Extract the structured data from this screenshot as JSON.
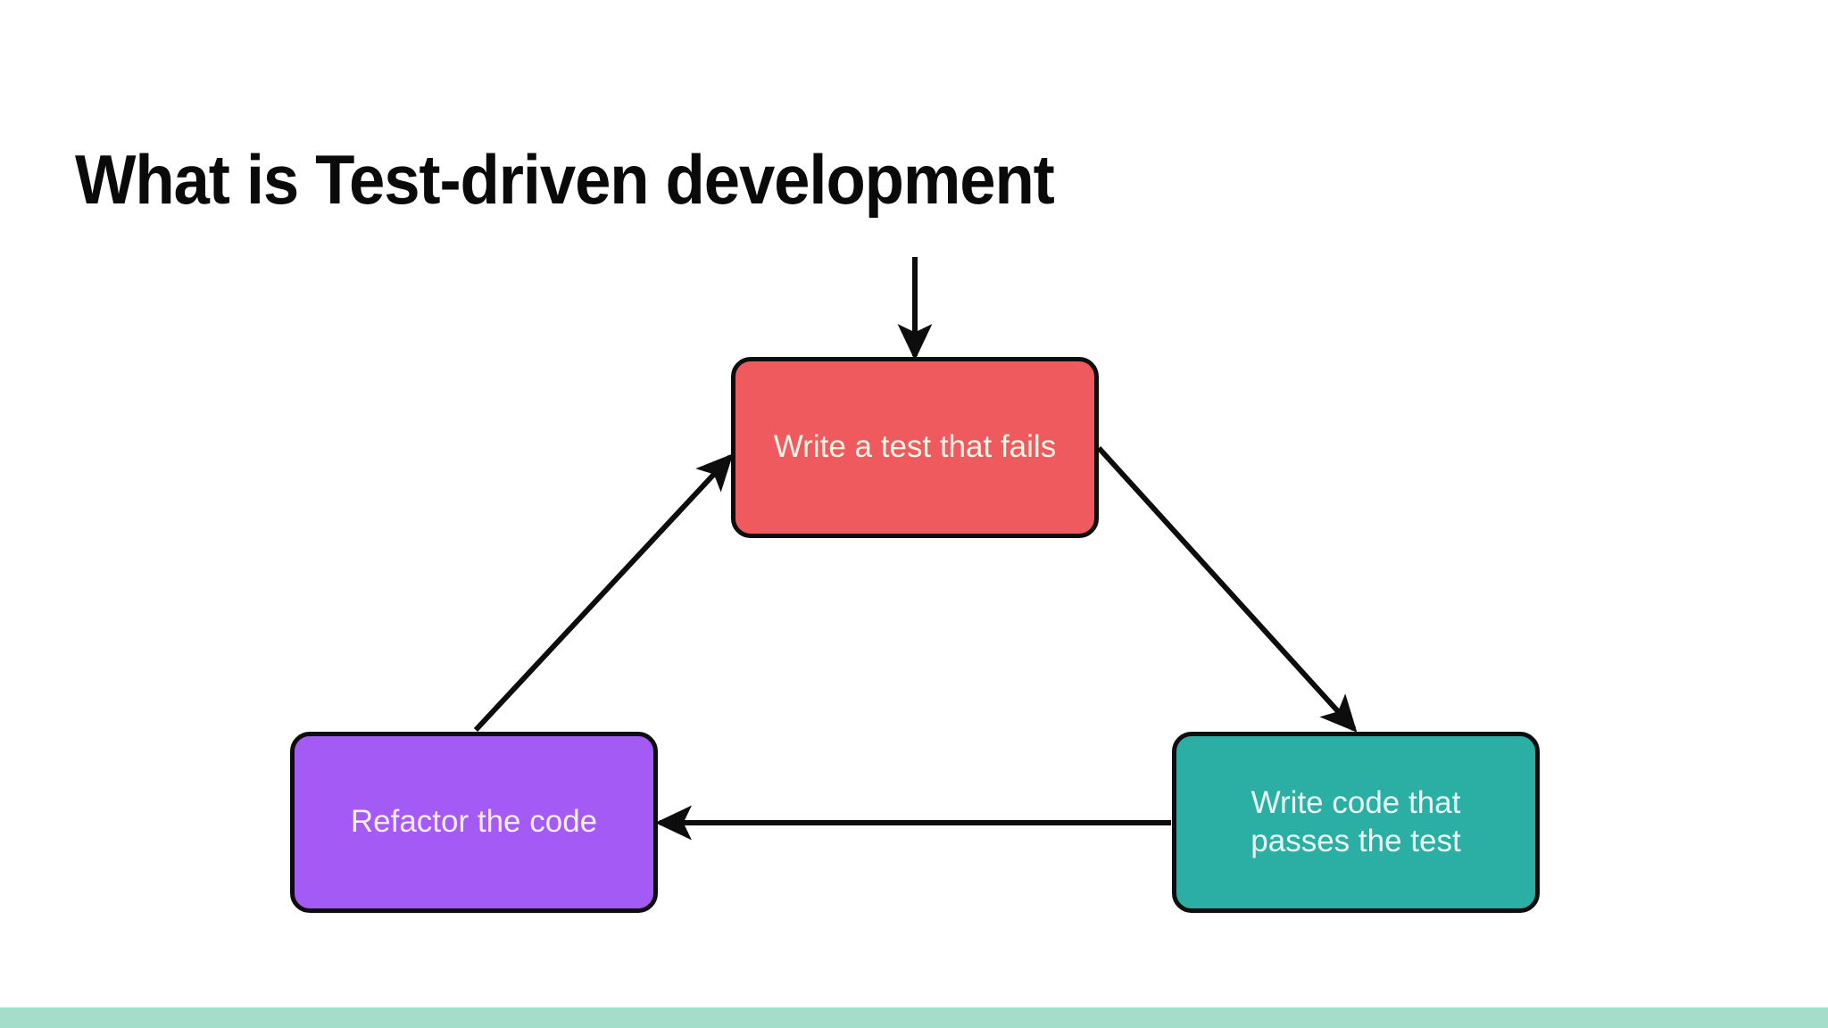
{
  "slide": {
    "title": "What is Test-driven development",
    "background_color": "#ffffff",
    "accent_bar_color": "#a2dec9",
    "title_color": "#0a0a0a"
  },
  "diagram": {
    "type": "cycle-flowchart",
    "nodes": [
      {
        "id": "write-test",
        "label": "Write a test that fails",
        "fill_color": "#ef5a5f",
        "text_color": "#fdf4e6",
        "border_color": "#0d0d0d"
      },
      {
        "id": "write-code",
        "label": "Write code that passes the test",
        "fill_color": "#2bafa4",
        "text_color": "#e9fbf6",
        "border_color": "#0d0d0d"
      },
      {
        "id": "refactor",
        "label": "Refactor the code",
        "fill_color": "#a45bf5",
        "text_color": "#f7ecff",
        "border_color": "#0d0d0d"
      }
    ],
    "edges": [
      {
        "id": "entry",
        "from": "",
        "to": "write-test",
        "label": ""
      },
      {
        "id": "test-to-code",
        "from": "write-test",
        "to": "write-code",
        "label": ""
      },
      {
        "id": "code-to-refactor",
        "from": "write-code",
        "to": "refactor",
        "label": ""
      },
      {
        "id": "refactor-to-test",
        "from": "refactor",
        "to": "write-test",
        "label": ""
      }
    ],
    "arrow_color": "#0d0d0d"
  }
}
